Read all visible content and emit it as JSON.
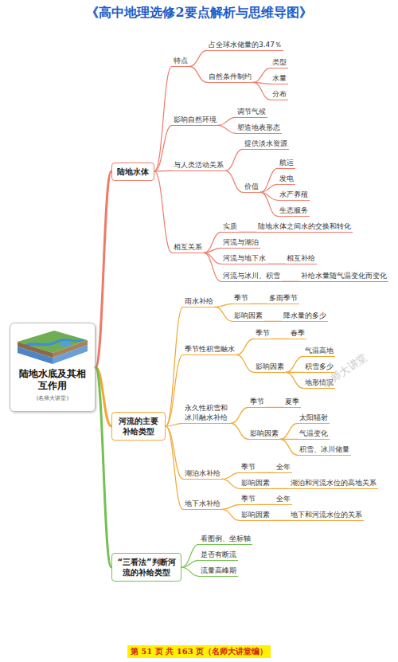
{
  "diagram": {
    "title": "《高中地理选修2要点解析与思维导图》",
    "nodes": [
      {
        "text": [
          "陆地水底及其相互作用",
          "(名师大讲堂)"
        ]
      },
      {
        "text": [
          "陆地水体"
        ]
      },
      {
        "text": [
          "特点"
        ]
      },
      {
        "text": [
          "占全球水储量的3.47％"
        ]
      },
      {
        "text": [
          "自然条件制约"
        ]
      },
      {
        "text": [
          "类型"
        ]
      },
      {
        "text": [
          "水量"
        ]
      },
      {
        "text": [
          "分布"
        ]
      },
      {
        "text": [
          "影响自然环境"
        ]
      },
      {
        "text": [
          "调节气候"
        ]
      },
      {
        "text": [
          "塑造地表形态"
        ]
      },
      {
        "text": [
          "与人类活动关系"
        ]
      },
      {
        "text": [
          "提供淡水资源"
        ]
      },
      {
        "text": [
          "价值"
        ]
      },
      {
        "text": [
          "航运"
        ]
      },
      {
        "text": [
          "发电"
        ]
      },
      {
        "text": [
          "水产养殖"
        ]
      },
      {
        "text": [
          "生态服务"
        ]
      },
      {
        "text": [
          "相互关系"
        ]
      },
      {
        "text": [
          "实质"
        ]
      },
      {
        "text": [
          "陆地水体之间水的交换和转化"
        ]
      },
      {
        "text": [
          "河流与湖泊"
        ]
      },
      {
        "text": [
          "河流与地下水"
        ]
      },
      {
        "text": [
          "相互补给"
        ]
      },
      {
        "text": [
          "河流与冰川、积雪"
        ]
      },
      {
        "text": [
          "补给水量随气温变化而变化"
        ]
      },
      {
        "text": [
          "河流的主要补给类型"
        ]
      },
      {
        "text": [
          "雨水补给"
        ]
      },
      {
        "text": [
          "季节"
        ]
      },
      {
        "text": [
          "多雨季节"
        ]
      },
      {
        "text": [
          "影响因素"
        ]
      },
      {
        "text": [
          "降水量的多少"
        ]
      },
      {
        "text": [
          "季节性积雪融水"
        ]
      },
      {
        "text": [
          "季节"
        ]
      },
      {
        "text": [
          "春季"
        ]
      },
      {
        "text": [
          "影响因素"
        ]
      },
      {
        "text": [
          "气温高地"
        ]
      },
      {
        "text": [
          "积雪多少"
        ]
      },
      {
        "text": [
          "地形情况"
        ]
      },
      {
        "text": [
          "永久性积雪和冰川融水补给"
        ]
      },
      {
        "text": [
          "季节"
        ]
      },
      {
        "text": [
          "夏季"
        ]
      },
      {
        "text": [
          "影响因素"
        ]
      },
      {
        "text": [
          "太阳辐射"
        ]
      },
      {
        "text": [
          "气温变化"
        ]
      },
      {
        "text": [
          "积雪、冰川储量"
        ]
      },
      {
        "text": [
          "湖泊水补给"
        ]
      },
      {
        "text": [
          "季节"
        ]
      },
      {
        "text": [
          "全年"
        ]
      },
      {
        "text": [
          "影响因素"
        ]
      },
      {
        "text": [
          "湖泊和河流水位的高地关系"
        ]
      },
      {
        "text": [
          "地下水补给"
        ]
      },
      {
        "text": [
          "季节"
        ]
      },
      {
        "text": [
          "全年"
        ]
      },
      {
        "text": [
          "影响因素"
        ]
      },
      {
        "text": [
          "地下和河流水位的关系"
        ]
      },
      {
        "text": [
          "“三看法”判断河流的补给类型"
        ]
      },
      {
        "text": [
          "看图例、坐标轴"
        ]
      },
      {
        "text": [
          "是否有断流"
        ]
      },
      {
        "text": [
          "流量高峰期"
        ]
      }
    ],
    "edges": [
      {
        "from": 0,
        "to": 1,
        "arrow": "none"
      },
      {
        "from": 0,
        "to": 26,
        "arrow": "none"
      },
      {
        "from": 0,
        "to": 56,
        "arrow": "none"
      },
      {
        "from": 1,
        "to": 2,
        "arrow": "none"
      },
      {
        "from": 1,
        "to": 8,
        "arrow": "none"
      },
      {
        "from": 1,
        "to": 11,
        "arrow": "none"
      },
      {
        "from": 1,
        "to": 18,
        "arrow": "none"
      },
      {
        "from": 2,
        "to": 3,
        "arrow": "none"
      },
      {
        "from": 2,
        "to": 4,
        "arrow": "none"
      },
      {
        "from": 4,
        "to": 5,
        "arrow": "none"
      },
      {
        "from": 4,
        "to": 6,
        "arrow": "none"
      },
      {
        "from": 4,
        "to": 7,
        "arrow": "none"
      },
      {
        "from": 8,
        "to": 9,
        "arrow": "none"
      },
      {
        "from": 8,
        "to": 10,
        "arrow": "none"
      },
      {
        "from": 11,
        "to": 12,
        "arrow": "none"
      },
      {
        "from": 11,
        "to": 13,
        "arrow": "none"
      },
      {
        "from": 13,
        "to": 14,
        "arrow": "none"
      },
      {
        "from": 13,
        "to": 15,
        "arrow": "none"
      },
      {
        "from": 13,
        "to": 16,
        "arrow": "none"
      },
      {
        "from": 13,
        "to": 17,
        "arrow": "none"
      },
      {
        "from": 18,
        "to": 19,
        "arrow": "none"
      },
      {
        "from": 18,
        "to": 21,
        "arrow": "none"
      },
      {
        "from": 18,
        "to": 22,
        "arrow": "none"
      },
      {
        "from": 18,
        "to": 24,
        "arrow": "none"
      },
      {
        "from": 19,
        "to": 20,
        "arrow": "none"
      },
      {
        "from": 22,
        "to": 23,
        "arrow": "none"
      },
      {
        "from": 24,
        "to": 25,
        "arrow": "none"
      },
      {
        "from": 26,
        "to": 27,
        "arrow": "none"
      },
      {
        "from": 26,
        "to": 32,
        "arrow": "none"
      },
      {
        "from": 26,
        "to": 39,
        "arrow": "none"
      },
      {
        "from": 26,
        "to": 46,
        "arrow": "none"
      },
      {
        "from": 26,
        "to": 51,
        "arrow": "none"
      },
      {
        "from": 27,
        "to": 28,
        "arrow": "none"
      },
      {
        "from": 27,
        "to": 30,
        "arrow": "none"
      },
      {
        "from": 28,
        "to": 29,
        "arrow": "none"
      },
      {
        "from": 30,
        "to": 31,
        "arrow": "none"
      },
      {
        "from": 32,
        "to": 33,
        "arrow": "none"
      },
      {
        "from": 32,
        "to": 35,
        "arrow": "none"
      },
      {
        "from": 33,
        "to": 34,
        "arrow": "none"
      },
      {
        "from": 35,
        "to": 36,
        "arrow": "none"
      },
      {
        "from": 35,
        "to": 37,
        "arrow": "none"
      },
      {
        "from": 35,
        "to": 38,
        "arrow": "none"
      },
      {
        "from": 39,
        "to": 40,
        "arrow": "none"
      },
      {
        "from": 39,
        "to": 42,
        "arrow": "none"
      },
      {
        "from": 40,
        "to": 41,
        "arrow": "none"
      },
      {
        "from": 42,
        "to": 43,
        "arrow": "none"
      },
      {
        "from": 42,
        "to": 44,
        "arrow": "none"
      },
      {
        "from": 42,
        "to": 45,
        "arrow": "none"
      },
      {
        "from": 46,
        "to": 47,
        "arrow": "none"
      },
      {
        "from": 46,
        "to": 49,
        "arrow": "none"
      },
      {
        "from": 47,
        "to": 48,
        "arrow": "none"
      },
      {
        "from": 49,
        "to": 50,
        "arrow": "none"
      },
      {
        "from": 51,
        "to": 52,
        "arrow": "none"
      },
      {
        "from": 51,
        "to": 54,
        "arrow": "none"
      },
      {
        "from": 52,
        "to": 53,
        "arrow": "none"
      },
      {
        "from": 54,
        "to": 55,
        "arrow": "none"
      },
      {
        "from": 56,
        "to": 57,
        "arrow": "none"
      },
      {
        "from": 56,
        "to": 58,
        "arrow": "none"
      },
      {
        "from": 56,
        "to": 59,
        "arrow": "none"
      }
    ],
    "labels": [
      "第 51 页 共 163 页（名师大讲堂编）",
      "名师大讲堂"
    ]
  }
}
